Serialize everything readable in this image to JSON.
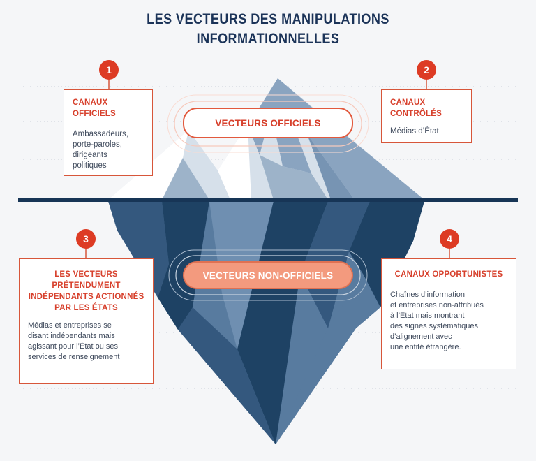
{
  "title": {
    "line1": "LES VECTEURS DES MANIPULATIONS",
    "line2": "INFORMATIONNELLES"
  },
  "labels": {
    "official": "VECTEURS OFFICIELS",
    "non_official": "VECTEURS NON-OFFICIELS"
  },
  "cards": [
    {
      "number": "1",
      "title": "CANAUX OFFICIELS",
      "lines": [
        "Ambassadeurs,",
        "porte-paroles,",
        "dirigeants",
        "politiques"
      ]
    },
    {
      "number": "2",
      "title": "CANAUX CONTRÔLÉS",
      "lines": [
        "Médias d’État"
      ]
    },
    {
      "number": "3",
      "title_lines": [
        "LES VECTEURS",
        "PRÉTENDUMENT",
        "INDÉPENDANTS ACTIONNÉS",
        "PAR LES ÉTATS"
      ],
      "lines": [
        "Médias et entreprises se",
        "disant indépendants mais",
        "agissant pour l’État ou ses",
        "services de renseignement"
      ]
    },
    {
      "number": "4",
      "title": "CANAUX OPPORTUNISTES",
      "lines": [
        "Chaînes d’information",
        "et entreprises non-attribués",
        "à l’Etat mais montrant",
        "des signes systématiques",
        "d’alignement avec",
        "une entité étrangère."
      ]
    }
  ],
  "colors": {
    "accent": "#dd3b24",
    "title": "#1b3358",
    "water_line": "#173556",
    "ice_dark": "#1e4264",
    "ice_mid": "#587b9f",
    "ice_light": "#a7bbd0",
    "pill_fill": "#f39a7e"
  }
}
